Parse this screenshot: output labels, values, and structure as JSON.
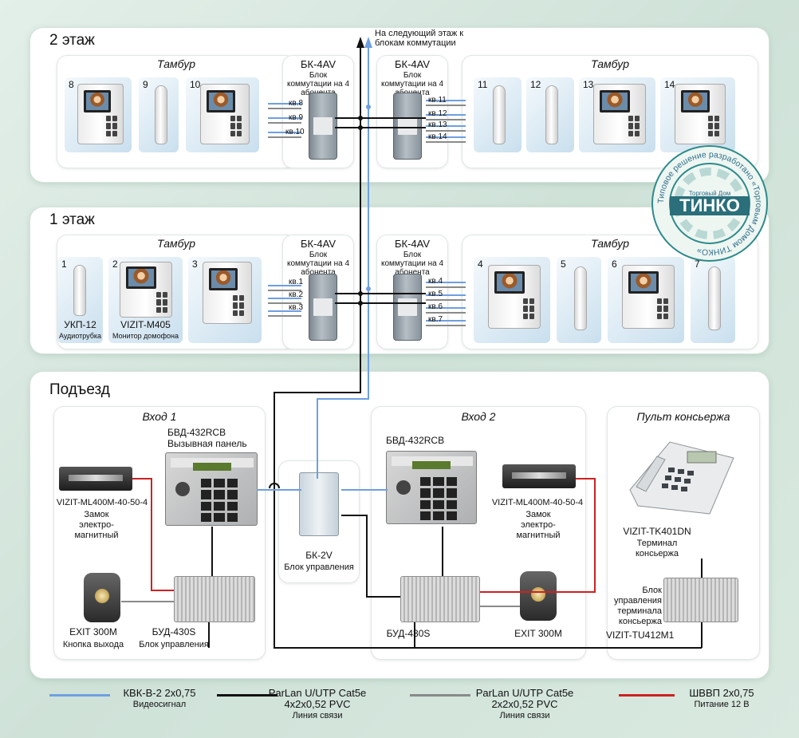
{
  "floors": [
    {
      "title": "2 этаж",
      "left_vestibule": "Тамбур",
      "right_vestibule": "Тамбур",
      "left_units": [
        "8",
        "9",
        "10"
      ],
      "right_units": [
        "11",
        "12",
        "13",
        "14"
      ],
      "left_bk_model": "БК-4AV",
      "left_bk_caption": "Блок коммутации на 4 абонента",
      "left_kv": [
        "кв.8",
        "кв.9",
        "кв.10"
      ],
      "right_bk_model": "БК-4AV",
      "right_bk_caption": "Блок коммутации на 4 абонента",
      "right_kv": [
        "кв.11",
        "кв.12",
        "кв.13",
        "кв.14"
      ]
    },
    {
      "title": "1 этаж",
      "left_vestibule": "Тамбур",
      "right_vestibule": "Тамбур",
      "left_units": [
        "1",
        "2",
        "3"
      ],
      "right_units": [
        "4",
        "5",
        "6",
        "7"
      ],
      "left_bk_model": "БК-4AV",
      "left_bk_caption": "Блок коммутации на 4 абонента",
      "left_kv": [
        "кв.1",
        "кв.2",
        "кв.3"
      ],
      "right_bk_model": "БК-4AV",
      "right_bk_caption": "Блок коммутации на 4 абонента",
      "right_kv": [
        "кв.4",
        "кв.5",
        "кв.6",
        "кв.7"
      ]
    }
  ],
  "next_floor": "На следующий этаж к блокам коммутации",
  "floor1_devices": {
    "handset_model": "УКП-12",
    "handset_desc": "Аудиотрубка",
    "monitor_model": "VIZIT-M405",
    "monitor_desc": "Монитор домофона"
  },
  "entrance": {
    "title": "Подъезд",
    "entry1": {
      "title": "Вход 1",
      "panel_model": "БВД-432RCB",
      "panel_desc": "Вызывная панель",
      "lock_model": "VIZIT-ML400M-40-50-4",
      "lock_desc": "Замок электро-магнитный",
      "exit_model": "EXIT 300M",
      "exit_desc": "Кнопка выхода",
      "bud_model": "БУД-430S",
      "bud_desc": "Блок управления"
    },
    "entry2": {
      "title": "Вход 2",
      "panel_model": "БВД-432RCB",
      "lock_model": "VIZIT-ML400M-40-50-4",
      "lock_desc": "Замок электро-магнитный",
      "exit_model": "EXIT 300M",
      "bud_model": "БУД-430S"
    },
    "bk2v": {
      "model": "БК-2V",
      "desc": "Блок управления"
    },
    "concierge": {
      "title": "Пульт консьержа",
      "terminal_model": "VIZIT-TK401DN",
      "terminal_desc": "Терминал консьержа",
      "unit_desc": "Блок управления терминала консьержа",
      "unit_model": "VIZIT-TU412M1"
    }
  },
  "stamp": {
    "ring_text": "Типовое решение разработано «Торговым Домом ТИНКО»",
    "brand_top": "Торговый Дом",
    "brand": "ТИНКО"
  },
  "legend": [
    {
      "color": "#6f9fe0",
      "name": "КВК-В-2 2х0,75",
      "desc": "Видеосигнал"
    },
    {
      "color": "#111111",
      "name": "ParLan U/UTP Cat5e 4х2х0,52 PVC",
      "desc": "Линия связи"
    },
    {
      "color": "#8a8a8a",
      "name": "ParLan U/UTP Cat5e 2х2х0,52 PVC",
      "desc": "Линия связи"
    },
    {
      "color": "#cc2222",
      "name": "ШВВП 2х0,75",
      "desc": "Питание 12 В"
    }
  ]
}
